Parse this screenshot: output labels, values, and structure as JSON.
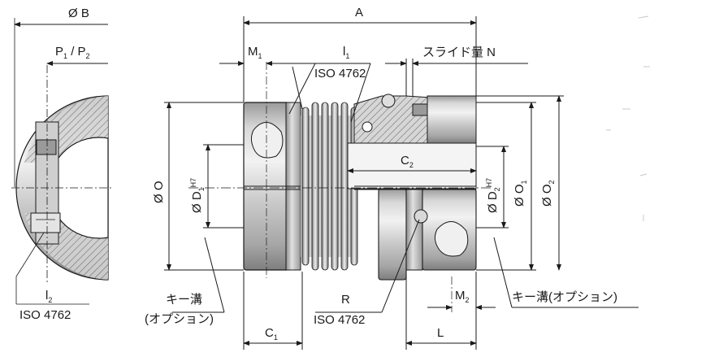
{
  "labels": {
    "dia_B": "Ø B",
    "A": "A",
    "P_base": "P",
    "P_sub1": "1",
    "P_mid": " / P",
    "P_sub2": "2",
    "M1_base": "M",
    "M1_sub": "1",
    "l1_base": "l",
    "l1_sub": "1",
    "iso_top": "ISO 4762",
    "slide": "スライド量 N",
    "C2_base": "C",
    "C2_sub": "2",
    "dia_O": "Ø O",
    "dia_D1_base": "Ø D",
    "dia_D1_sub": "1",
    "dia_D1_sup": "H7",
    "dia_D2_base": "Ø D",
    "dia_D2_sub": "2",
    "dia_D2_sup": "H7",
    "dia_O1_base": "Ø O",
    "dia_O1_sub": "1",
    "dia_O2_base": "Ø O",
    "dia_O2_sub": "2",
    "l2_base": "l",
    "l2_sub": "2",
    "iso_left": "ISO 4762",
    "key_left_1": "キー溝",
    "key_left_2": "(オプション)",
    "R": "R",
    "iso_bottom": "ISO 4762",
    "M2_base": "M",
    "M2_sub": "2",
    "key_right": "キー溝(オプション)",
    "C1_base": "C",
    "C1_sub": "1",
    "L": "L"
  },
  "colors": {
    "line": "#1a1a1a",
    "metal_light": "#e6e6e6",
    "metal_mid": "#b8b8b8",
    "metal_dark": "#7a7a7a",
    "hatch": "#4a4a4a"
  }
}
